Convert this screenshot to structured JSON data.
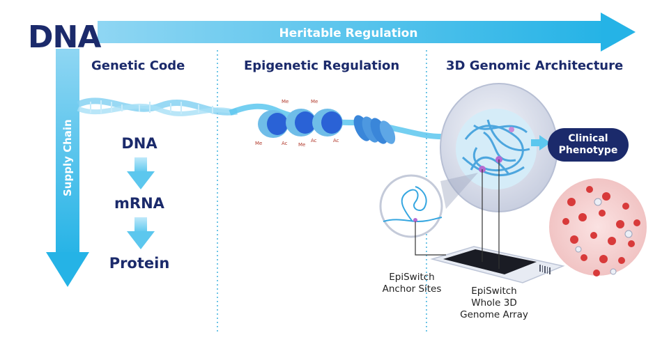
{
  "header": {
    "title": "DNA",
    "horizontal_arrow_label": "Heritable Regulation",
    "vertical_arrow_label": "Supply Chain"
  },
  "columns": [
    {
      "title": "Genetic Code"
    },
    {
      "title": "Epigenetic Regulation"
    },
    {
      "title": "3D Genomic Architecture"
    }
  ],
  "flow": {
    "steps": [
      "DNA",
      "mRNA",
      "Protein"
    ]
  },
  "modifications": {
    "methyl": "Me",
    "acetyl": "Ac"
  },
  "phenotype_pill": {
    "line1": "Clinical",
    "line2": "Phenotype"
  },
  "captions": {
    "anchor_line1": "EpiSwitch",
    "anchor_line2": "Anchor Sites",
    "array_line1": "EpiSwitch",
    "array_line2": "Whole 3D",
    "array_line3": "Genome Array"
  },
  "colors": {
    "navy": "#1b2a6b",
    "arrow_blue": "#2bb8e8",
    "light_blue": "#8fd6f3",
    "nucleosome": "#2a62d6",
    "blood_red": "#d83a3a"
  }
}
